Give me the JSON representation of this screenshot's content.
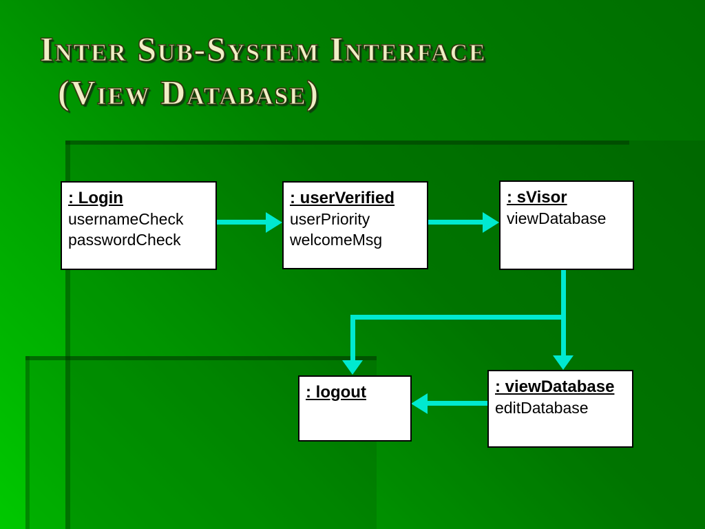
{
  "slide": {
    "title_line1": "Inter Sub-System Interface",
    "title_line2": "(View Database)"
  },
  "diagram": {
    "nodes": [
      {
        "id": "login",
        "title": ": Login",
        "attributes": [
          "usernameCheck",
          "passwordCheck"
        ]
      },
      {
        "id": "userVerified",
        "title": ": userVerified",
        "attributes": [
          "userPriority",
          "welcomeMsg"
        ]
      },
      {
        "id": "sVisor",
        "title": ": sVisor",
        "attributes": [
          "viewDatabase"
        ]
      },
      {
        "id": "logout",
        "title": ": logout",
        "attributes": []
      },
      {
        "id": "viewDatabase",
        "title": ": viewDatabase",
        "attributes": [
          "editDatabase"
        ]
      }
    ],
    "edges": [
      {
        "from": "login",
        "to": "userVerified",
        "direction": "right"
      },
      {
        "from": "userVerified",
        "to": "sVisor",
        "direction": "right"
      },
      {
        "from": "sVisor",
        "to": "viewDatabase",
        "direction": "down"
      },
      {
        "from": "sVisor",
        "to": "logout",
        "direction": "down-branch"
      },
      {
        "from": "viewDatabase",
        "to": "logout",
        "direction": "left"
      }
    ]
  },
  "colors": {
    "arrow": "#00e9d0",
    "node_bg": "#ffffff",
    "node_border": "#000000",
    "title": "#f0eec6",
    "title_shadow": "#0e3e0e"
  }
}
